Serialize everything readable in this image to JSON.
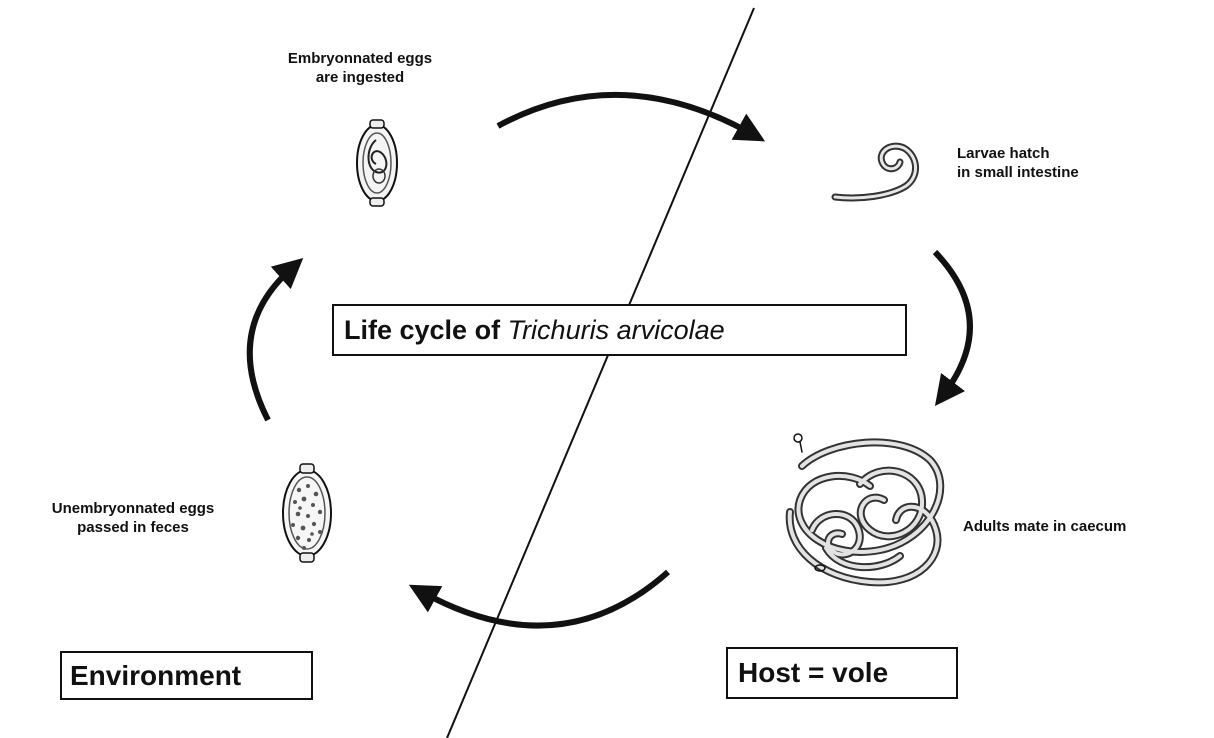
{
  "title": {
    "prefix": "Life cycle of",
    "species": "Trichuris arvicolae"
  },
  "stages": {
    "embryonated": {
      "line1": "Embryonnated eggs",
      "line2": "are ingested"
    },
    "larvae": {
      "line1": "Larvae hatch",
      "line2": "in small intestine"
    },
    "adults": {
      "line1": "Adults mate in caecum"
    },
    "unembryonated": {
      "line1": "Unembryonnated eggs",
      "line2": "passed in feces"
    }
  },
  "regions": {
    "environment": "Environment",
    "host": "Host = vole"
  },
  "icons": {
    "embryonated_egg": "embryonated-egg-icon",
    "larva": "larva-icon",
    "adult_worms": "adult-worms-icon",
    "unembryonated_egg": "unembryonated-egg-icon",
    "cycle_arrow": "curved-arrow-icon"
  },
  "colors": {
    "ink": "#111111",
    "background": "#ffffff"
  }
}
